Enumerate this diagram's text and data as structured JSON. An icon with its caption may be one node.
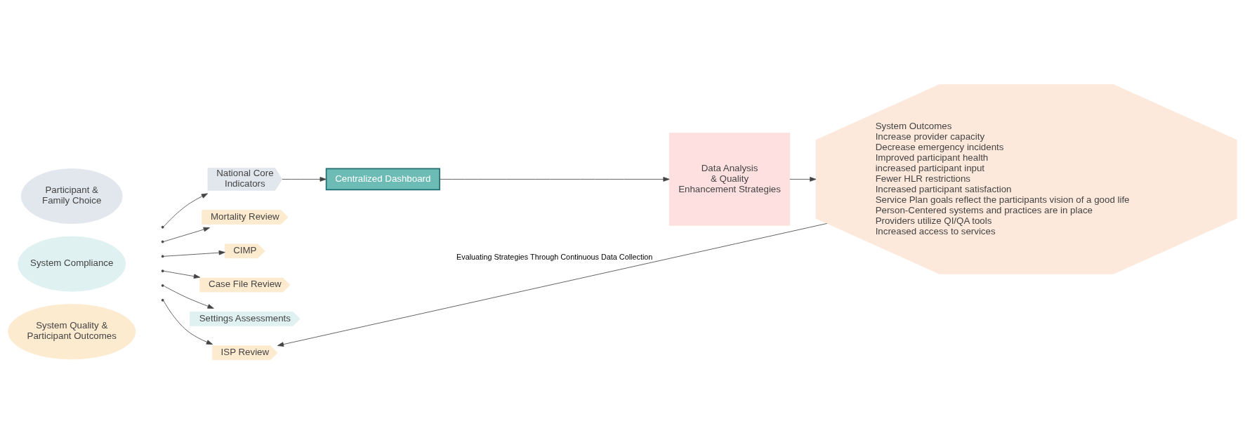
{
  "diagram": {
    "nodes": [
      {
        "text": [
          "Participant & Family Choice"
        ]
      },
      {
        "text": [
          "System Compliance"
        ]
      },
      {
        "text": [
          "System Quality & Participant Outcomes"
        ]
      },
      {
        "text": [
          "National Core Indicators"
        ]
      },
      {
        "text": [
          "Mortality Review"
        ]
      },
      {
        "text": [
          "CIMP"
        ]
      },
      {
        "text": [
          "Case File Review"
        ]
      },
      {
        "text": [
          "Settings Assessments"
        ]
      },
      {
        "text": [
          "ISP Review"
        ]
      },
      {
        "text": [
          "Centralized Dashboard"
        ]
      },
      {
        "text": [
          "Data Analysis & Quality Enhancement Strategies"
        ]
      },
      {
        "text": [
          "System Outcomes",
          "Increase provider capacity",
          "Decrease emergency incidents",
          "Improved participant health",
          "increased participant input",
          "Fewer HLR restrictions",
          "Increased participant satisfaction",
          "Service Plan goals reflect the participants vision of a good life",
          "Person-Centered systems and practices are in place",
          "Providers utilize QI/QA tools",
          "Increased access to services"
        ]
      }
    ],
    "edges": [
      {
        "from": null,
        "to": 3,
        "arrow": "to"
      },
      {
        "from": null,
        "to": 4,
        "arrow": "to"
      },
      {
        "from": null,
        "to": 5,
        "arrow": "to"
      },
      {
        "from": null,
        "to": 6,
        "arrow": "to"
      },
      {
        "from": null,
        "to": 7,
        "arrow": "to"
      },
      {
        "from": null,
        "to": 8,
        "arrow": "to"
      },
      {
        "from": 3,
        "to": 9,
        "arrow": "to"
      },
      {
        "from": 9,
        "to": 10,
        "arrow": "to"
      },
      {
        "from": 10,
        "to": 11,
        "arrow": "to"
      },
      {
        "from": 11,
        "to": 8,
        "arrow": "to",
        "label": "Evaluating Strategies Through Continuous Data Collection"
      }
    ]
  }
}
